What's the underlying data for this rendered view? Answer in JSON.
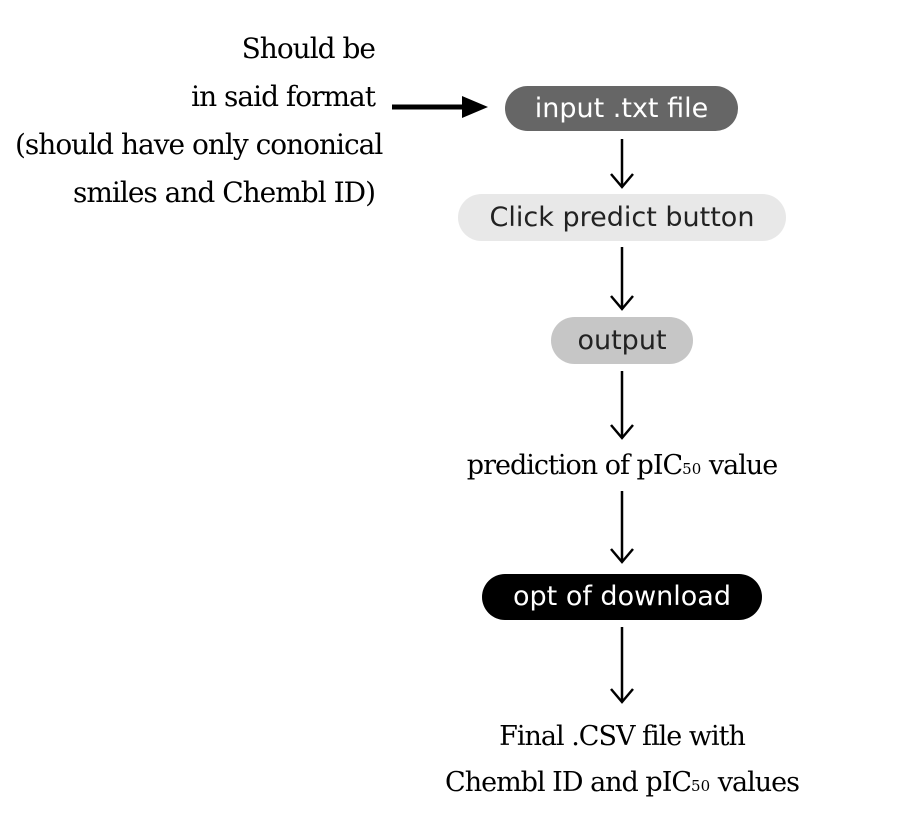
{
  "note": {
    "line1": "Should be",
    "line2": "in said format",
    "line3": "(should have only cononical",
    "line4": "smiles and Chembl ID)"
  },
  "steps": {
    "input": "input .txt file",
    "predict": "Click predict button",
    "output": "output",
    "prediction_prefix": "prediction of pIC",
    "prediction_sub": "50",
    "prediction_suffix": " value",
    "download": "opt of download",
    "final_line1": "Final .CSV file with",
    "final_line2_prefix": "Chembl ID and pIC",
    "final_line2_sub": "50",
    "final_line2_suffix": " values"
  },
  "colors": {
    "input_fill": "#666666",
    "predict_fill": "#e8e8e8",
    "output_fill": "#c6c6c6",
    "download_fill": "#000000"
  }
}
